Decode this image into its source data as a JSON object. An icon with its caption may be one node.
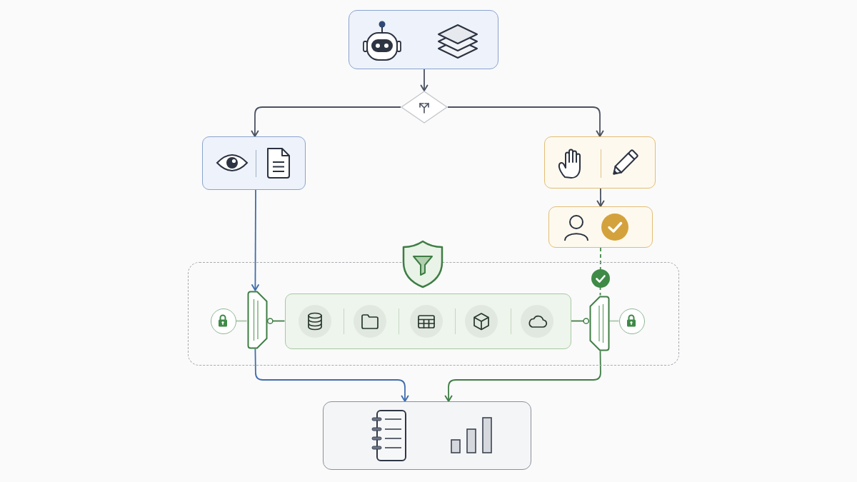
{
  "diagram": {
    "nodes": [
      {
        "text": [],
        "shape": "box"
      },
      {
        "text": [],
        "shape": "diamond"
      },
      {
        "text": [],
        "shape": "box"
      },
      {
        "text": [],
        "shape": "box"
      },
      {
        "text": [],
        "shape": "box"
      },
      {
        "text": [],
        "shape": "box"
      },
      {
        "text": [],
        "shape": "circle",
        "in": 5
      },
      {
        "text": [],
        "shape": "bar",
        "in": 5
      },
      {
        "text": [],
        "shape": "box",
        "in": 5
      },
      {
        "text": [],
        "shape": "bar",
        "in": 5
      },
      {
        "text": [],
        "shape": "circle",
        "in": 5
      },
      {
        "text": [],
        "shape": "box"
      }
    ],
    "edges": [
      {
        "from": 0,
        "to": 1,
        "arrow": "to"
      },
      {
        "from": 1,
        "to": 2,
        "arrow": "to"
      },
      {
        "from": 1,
        "to": 3,
        "arrow": "to"
      },
      {
        "from": 3,
        "to": 4,
        "arrow": "to"
      },
      {
        "from": 2,
        "to": 7,
        "arrow": "to",
        "color": "#3f6dae"
      },
      {
        "from": 4,
        "to": 9,
        "arrow": "none",
        "style": "dashed",
        "color": "#3f8a47"
      },
      {
        "from": 6,
        "to": 7,
        "arrow": "none",
        "color": "#a8c6aa"
      },
      {
        "from": 7,
        "to": 8,
        "arrow": "other",
        "color": "#3f7d45"
      },
      {
        "from": 9,
        "to": 8,
        "arrow": "other",
        "color": "#3f7d45"
      },
      {
        "from": 9,
        "to": 10,
        "arrow": "none",
        "color": "#a8c6aa"
      },
      {
        "from": 7,
        "to": 11,
        "arrow": "to",
        "color": "#3f6dae"
      },
      {
        "from": 9,
        "to": 11,
        "arrow": "to",
        "color": "#3f7d45"
      }
    ]
  }
}
